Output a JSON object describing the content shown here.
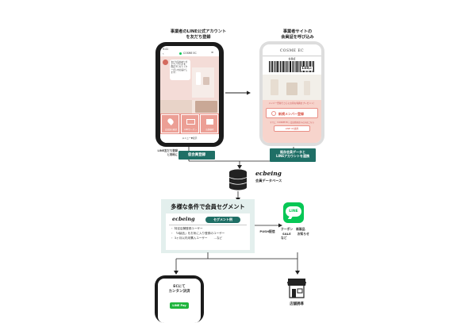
{
  "step1": {
    "caption_line1": "事業者のLINE公式アカウント",
    "caption_line2": "を友だち登録"
  },
  "step2": {
    "caption_line1": "事業者サイトの",
    "caption_line2": "会員証を呼び込み"
  },
  "phone1": {
    "status_time": "9:41",
    "account_name": "COSME EC",
    "bubble_text": "友だち追加ありがとうございます。限定プレゼントクーポンをお届けします！",
    "menu_items": [
      "会員証の確認",
      "LINEクーポン",
      "店舗検索"
    ],
    "menu_bar": "メニュー▼表示"
  },
  "phone2": {
    "brand": "COSME EC",
    "card_title": "会員証",
    "points": "148",
    "points_unit": "pt",
    "promo_text": "メンバー登録でさらにお得な特典をプレゼント！",
    "register_button": "新規メンバー登録",
    "link_text": "すでに「COSME EC」会員登録済みの方はこちら",
    "line_button": "LINE ID連携"
  },
  "labels": {
    "side_note_line1": "LINE友だち登録",
    "side_note_line2": "と同時に",
    "member_register": "仮会員登録",
    "data_link_line1": "既存会員データと",
    "data_link_line2": "LINEアカウントを連携"
  },
  "database": {
    "logo": "ecbeing",
    "label": "会員データベース"
  },
  "segment": {
    "title": "多様な条件で会員セグメント",
    "logo": "ecbeing",
    "badge": "セグメント例",
    "bullets": [
      "特定店舗登録ユーザー",
      "「A製品」をお気に入り登録のユーザー",
      "3ヶ月以内未購入ユーザー"
    ],
    "etc": "…など"
  },
  "push": {
    "label": "PUSH配信"
  },
  "line_icon": {
    "text": "LINE"
  },
  "push_items": {
    "col1_line1": "クーポン",
    "col1_line2": "SALE",
    "col2_line1": "新製品",
    "col2_line2": "お知らせ",
    "etc": "など"
  },
  "bottom_left": {
    "line1": "ECにて",
    "line2": "カンタン決済",
    "pay": "LINE Pay"
  },
  "bottom_right": {
    "label": "店舗誘導"
  },
  "colors": {
    "teal": "#1f6f66",
    "line_green": "#06c755",
    "pink": "#e98f86",
    "panel": "#e3efed"
  }
}
